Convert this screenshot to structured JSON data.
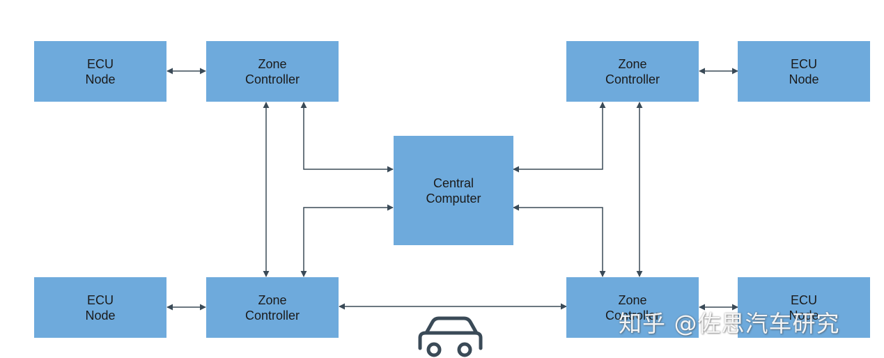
{
  "colors": {
    "box_fill": "#6eaadc",
    "connector": "#3a4a57",
    "text": "#1a1a1a"
  },
  "nodes": {
    "ecu_top_left": {
      "line1": "ECU",
      "line2": "Node"
    },
    "zone_top_left": {
      "line1": "Zone",
      "line2": "Controller"
    },
    "zone_top_right": {
      "line1": "Zone",
      "line2": "Controller"
    },
    "ecu_top_right": {
      "line1": "ECU",
      "line2": "Node"
    },
    "central": {
      "line1": "Central",
      "line2": "Computer"
    },
    "ecu_bottom_left": {
      "line1": "ECU",
      "line2": "Node"
    },
    "zone_bottom_left": {
      "line1": "Zone",
      "line2": "Controller"
    },
    "zone_bottom_right": {
      "line1": "Zone",
      "line2": "Controller"
    },
    "ecu_bottom_right": {
      "line1": "ECU",
      "line2": "Node"
    }
  },
  "icons": {
    "vehicle": "car-icon"
  },
  "watermark": "知乎 @佐思汽车研究"
}
